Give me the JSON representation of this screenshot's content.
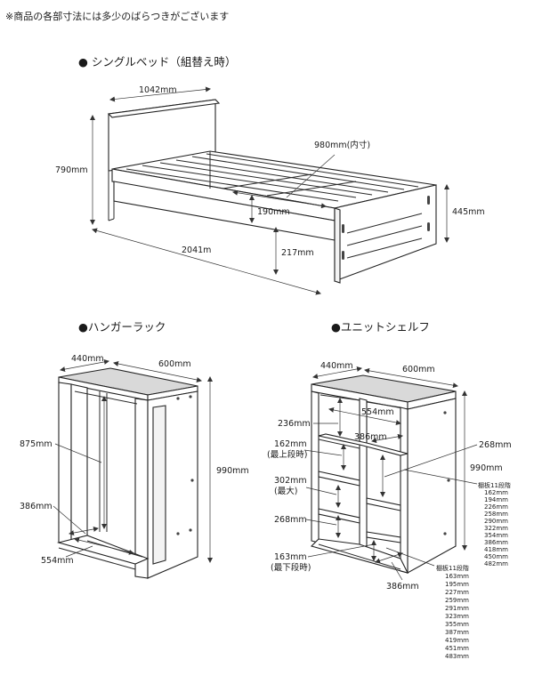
{
  "note": "※商品の各部寸法には多少のばらつきがございます",
  "bed": {
    "title": "● シングルベッド（組替え時）",
    "width": "1042mm",
    "inner": "980mm(内寸)",
    "height": "790mm",
    "clearance": "190mm",
    "side_height": "445mm",
    "length": "2041m",
    "under": "217mm"
  },
  "hanger": {
    "title": "●ハンガーラック",
    "depth": "440mm",
    "width": "600mm",
    "inner_height": "875mm",
    "height": "990mm",
    "inner_depth": "386mm",
    "inner_width": "554mm"
  },
  "shelf": {
    "title": "●ユニットシェルフ",
    "depth": "440mm",
    "width": "600mm",
    "top_gap": "236mm",
    "inner_width": "554mm",
    "shelf_depth": "386mm",
    "upper_gap": "162mm",
    "upper_gap_note": "(最上段時)",
    "mid_gap": "302mm",
    "mid_gap_note": "(最大)",
    "right_gap": "268mm",
    "left_gap": "268mm",
    "height": "990mm",
    "bottom_gap": "163mm",
    "bottom_gap_note": "(最下段時)",
    "bottom_depth": "386mm",
    "right_steps_title": "棚板11段階",
    "right_steps": [
      "162mm",
      "194mm",
      "226mm",
      "258mm",
      "290mm",
      "322mm",
      "354mm",
      "386mm",
      "418mm",
      "450mm",
      "482mm"
    ],
    "left_steps_title": "棚板11段階",
    "left_steps": [
      "163mm",
      "195mm",
      "227mm",
      "259mm",
      "291mm",
      "323mm",
      "355mm",
      "387mm",
      "419mm",
      "451mm",
      "483mm"
    ]
  }
}
